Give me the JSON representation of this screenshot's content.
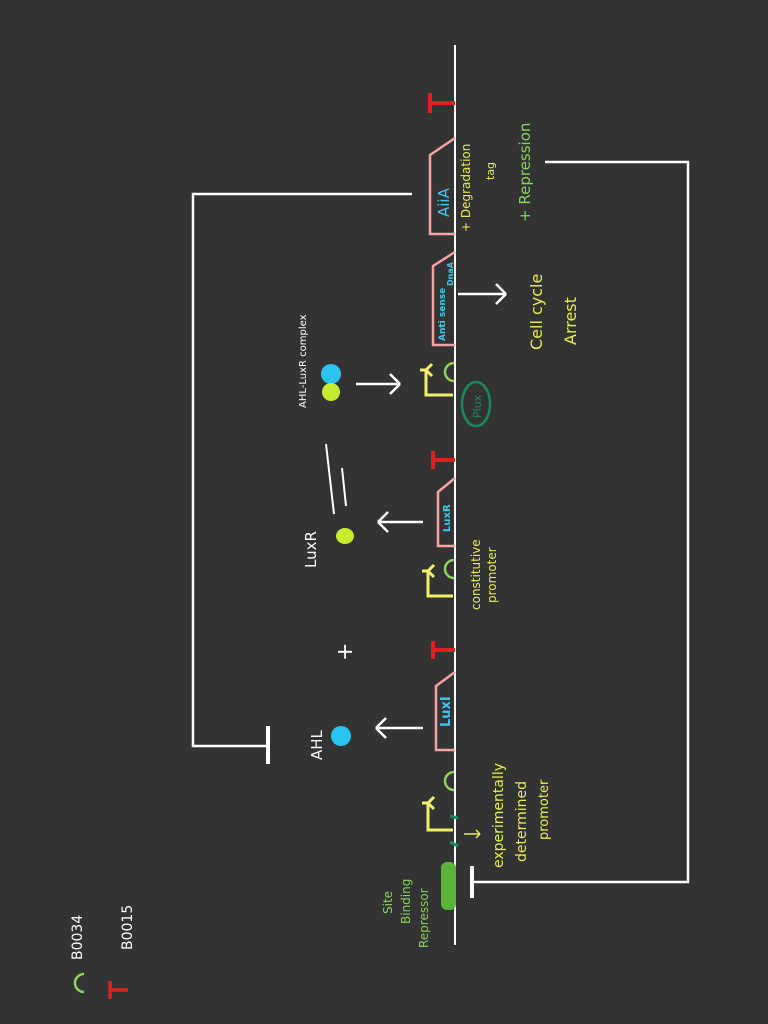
{
  "labels": {
    "ahl": "AHL",
    "luxr_protein": "LuxR",
    "plus": "+",
    "complex": "AHL-LuxR complex",
    "luxi_gene": "LuxI",
    "luxr_gene": "LuxR",
    "antisense_gene_line1": "Anti sense",
    "antisense_gene_line2": "DnaA",
    "aiia_gene": "AiiA",
    "plux": "Plux",
    "constitutive_line1": "constitutive",
    "constitutive_line2": "promoter",
    "experimental_line1": "experimentally",
    "experimental_line2": "determined",
    "experimental_line3": "promoter",
    "cell_cycle_line1": "Cell cycle",
    "cell_cycle_line2": "Arrest",
    "degradation_line1": "+ Degradation",
    "degradation_line2": "tag",
    "repression": "+ Repression",
    "repressor_line1": "Repressor",
    "repressor_line2": "Binding",
    "repressor_line3": "Site"
  },
  "legend": {
    "rbs_name": "B0034",
    "terminator_name": "B0015"
  },
  "colors": {
    "background": "#333333",
    "line": "#ffffff",
    "gene_outline": "#f4a3a3",
    "gene_text": "#3fc7ee",
    "promoter": "#f2f06a",
    "rbs": "#8cd45a",
    "terminator": "#e02020",
    "ahl_dot": "#2bc3f2",
    "luxr_dot": "#c6ec2e",
    "plux_oval": "#1a8a5e",
    "annotation_yellow": "#e8ef4a",
    "annotation_green": "#86d45a",
    "repressor_site": "#5ab43a"
  }
}
